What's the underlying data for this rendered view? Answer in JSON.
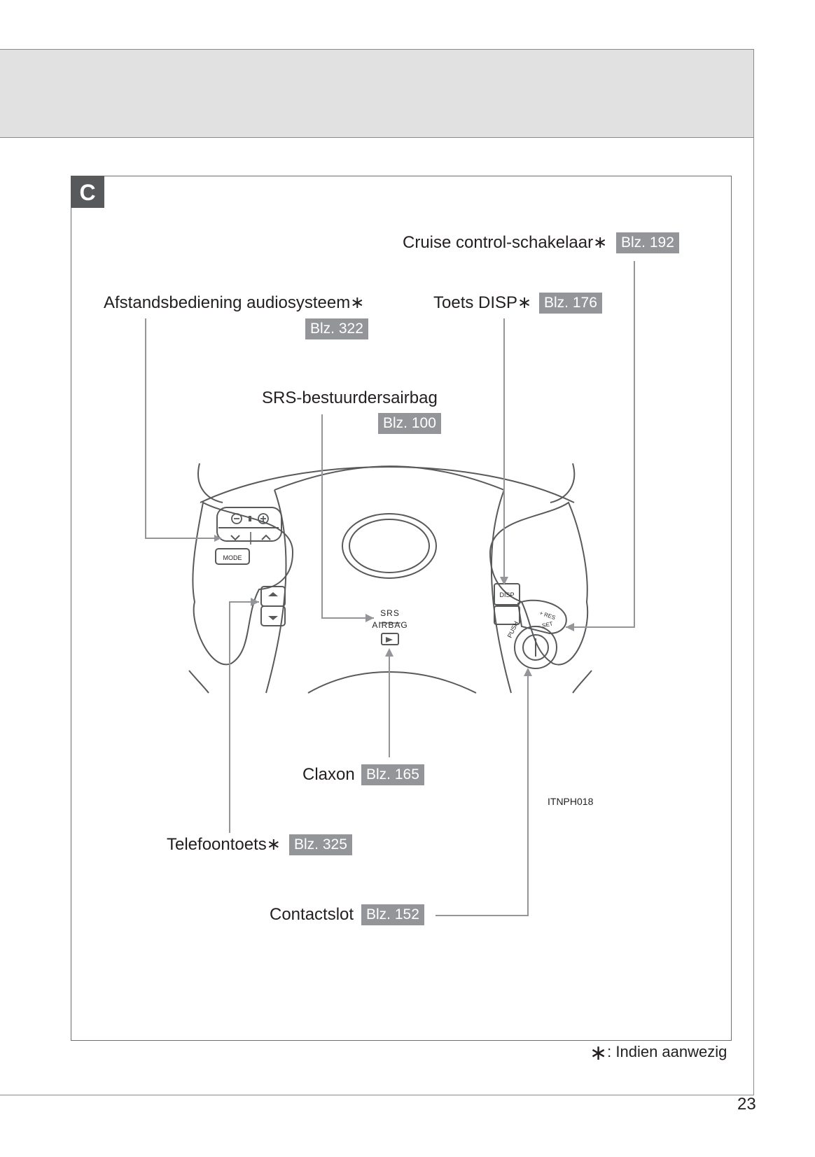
{
  "section": {
    "letter": "C"
  },
  "callouts": {
    "cruise": {
      "label": "Cruise control-schakelaar",
      "star": "∗",
      "ref": "Blz. 192"
    },
    "audio": {
      "label": "Afstandsbediening audiosysteem",
      "star": "∗",
      "ref": "Blz. 322"
    },
    "disp": {
      "label": "Toets DISP",
      "star": "∗",
      "ref": "Blz. 176"
    },
    "srs": {
      "label": "SRS-bestuurdersairbag",
      "ref": "Blz. 100"
    },
    "horn": {
      "label": "Claxon",
      "ref": "Blz. 165"
    },
    "phone": {
      "label": "Telefoontoets",
      "star": "∗",
      "ref": "Blz. 325"
    },
    "ignition": {
      "label": "Contactslot",
      "ref": "Blz. 152"
    }
  },
  "illustration": {
    "code": "ITNPH018",
    "markings": {
      "mode": "MODE",
      "disp": "DISP",
      "srs_top": "SRS",
      "srs_bottom": "AIRBAG",
      "push": "PUSH",
      "res": "+ RES",
      "set": "− SET"
    }
  },
  "footnote": {
    "star": "∗",
    "text": ": Indien aanwezig"
  },
  "page_number": "23"
}
